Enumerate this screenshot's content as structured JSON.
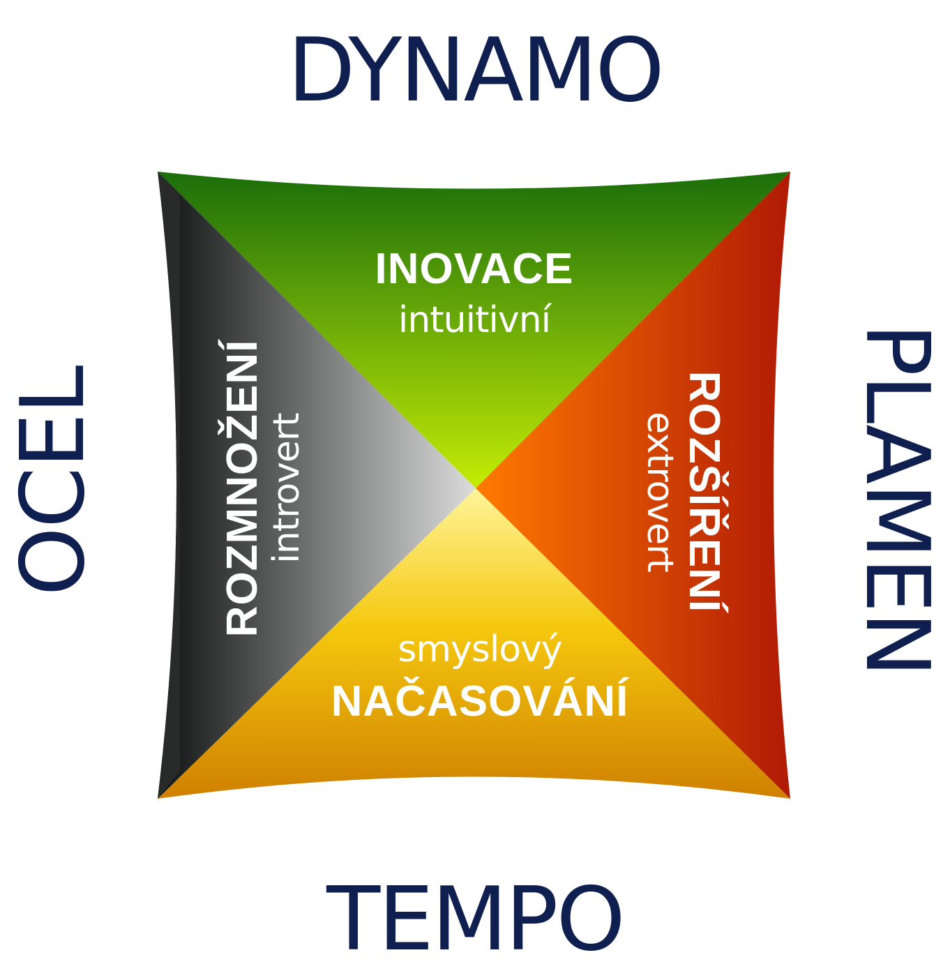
{
  "outer_labels": {
    "top": "DYNAMO",
    "bottom": "TEMPO",
    "left": "OCEL",
    "right": "PLAMEN"
  },
  "quadrants": {
    "top": {
      "title": "INOVACE",
      "subtitle": "intuitivní",
      "color_start": "#1a6e0a",
      "color_end": "#c4ec05"
    },
    "right": {
      "title": "ROZŠÍŘENÍ",
      "subtitle": "extrovert",
      "color_start": "#b01a05",
      "color_end": "#ff7a00"
    },
    "bottom": {
      "title": "NAČASOVÁNÍ",
      "subtitle": "smyslový",
      "color_start": "#cf8000",
      "color_end": "#fff59a"
    },
    "left": {
      "title": "ROZMNOŽENÍ",
      "subtitle": "introvert",
      "color_start": "#0e1211",
      "color_end": "#dcdcdc"
    }
  },
  "colors": {
    "outer_text": "#0f1f4f",
    "inner_text": "#ffffff"
  }
}
